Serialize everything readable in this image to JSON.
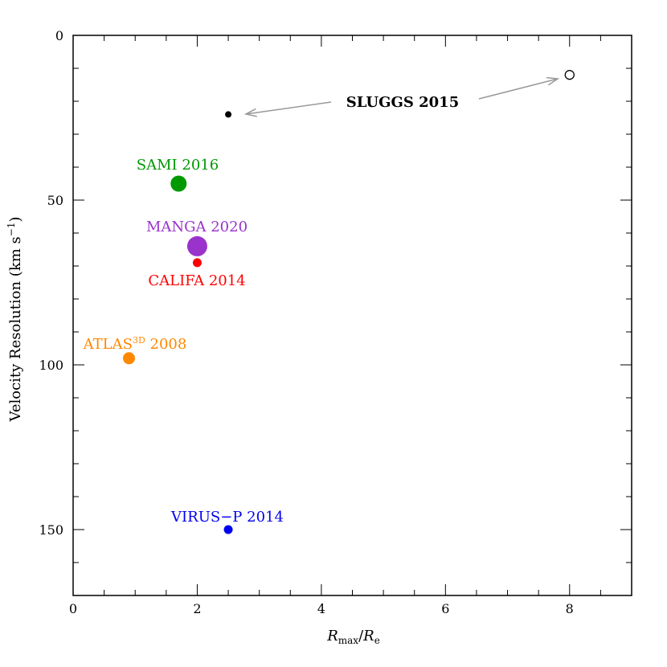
{
  "chart_data": {
    "type": "scatter",
    "title": "",
    "xlabel": {
      "main": "R",
      "sub1": "max",
      "sep": "/",
      "main2": "R",
      "sub2": "e"
    },
    "ylabel": {
      "text": "Velocity Resolution (km s",
      "sup": "−1",
      "close": ")"
    },
    "xlim": [
      0,
      9
    ],
    "ylim": [
      0,
      170
    ],
    "y_inverted": true,
    "x_major_ticks": [
      0,
      2,
      4,
      6,
      8
    ],
    "x_tick_labels": [
      "0",
      "2",
      "4",
      "6",
      "8"
    ],
    "y_major_ticks": [
      0,
      50,
      100,
      150
    ],
    "y_tick_labels": [
      "0",
      "50",
      "100",
      "150"
    ],
    "grid": false,
    "points": [
      {
        "name": "SAMI 2016",
        "x": 1.7,
        "y": 45,
        "color": "#009900",
        "size": "large",
        "filled": true
      },
      {
        "name": "MANGA 2020",
        "x": 2.0,
        "y": 64,
        "color": "#9933cc",
        "size": "xlarge",
        "filled": true
      },
      {
        "name": "CALIFA 2014",
        "x": 2.0,
        "y": 69,
        "color": "#ff0000",
        "size": "small",
        "filled": true
      },
      {
        "name": "ATLAS3D 2008",
        "x": 0.9,
        "y": 98,
        "color": "#ff8800",
        "size": "medium",
        "filled": true
      },
      {
        "name": "VIRUS-P 2014",
        "x": 2.5,
        "y": 150,
        "color": "#0000ee",
        "size": "small",
        "filled": true
      },
      {
        "name": "SLUGGS 2015 (inner)",
        "x": 2.5,
        "y": 24,
        "color": "#000000",
        "size": "tiny",
        "filled": true
      },
      {
        "name": "SLUGGS 2015 (outer)",
        "x": 8.0,
        "y": 12,
        "color": "#000000",
        "size": "small",
        "filled": false
      }
    ],
    "labels": [
      {
        "text": "SAMI 2016",
        "color": "#009900"
      },
      {
        "text": "MANGA 2020",
        "color": "#9933cc"
      },
      {
        "text": "CALIFA 2014",
        "color": "#ff0000"
      },
      {
        "text_main": "ATLAS",
        "text_sup": "3D",
        "text_rest": " 2008",
        "color": "#ff8800"
      },
      {
        "text": "VIRUS−P 2014",
        "color": "#0000ee"
      },
      {
        "text": "SLUGGS 2015",
        "color": "#000000"
      }
    ],
    "arrow_color": "#999999"
  }
}
